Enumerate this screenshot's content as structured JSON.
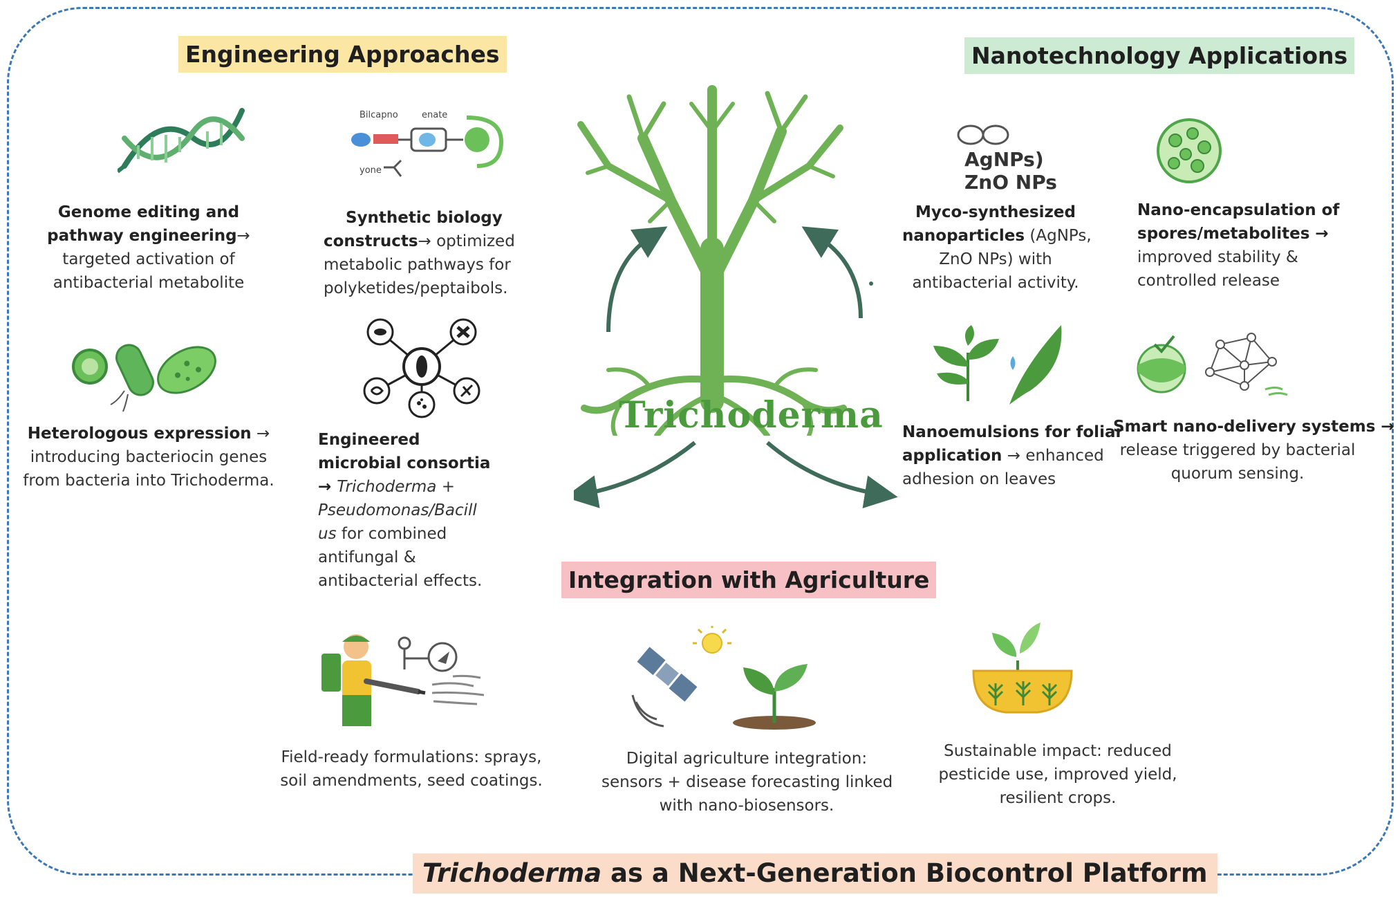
{
  "headers": {
    "engineering": "Engineering Approaches",
    "nano": "Nanotechnology Applications",
    "agriculture": "Integration with Agriculture"
  },
  "center_label": "Trichoderma",
  "footer": {
    "italic": "Trichoderma",
    "rest": " as a Next-Generation Biocontrol Platform"
  },
  "engineering": {
    "genome": {
      "bold1": "Genome editing and",
      "bold2": "pathway engineering",
      "arrow": "→",
      "line3": "targeted activation of",
      "line4": "antibacterial metabolite"
    },
    "synthetic": {
      "bold1": "Synthetic biology",
      "bold2": "constructs",
      "rest2": "→ optimized",
      "line3": "metabolic pathways for",
      "line4": "polyketides/peptaibols."
    },
    "heterologous": {
      "bold1": "Heterologous expression",
      "arrow": " →",
      "line2": "introducing bacteriocin genes",
      "line3": "from bacteria into Trichoderma."
    },
    "consortia": {
      "bold1": "Engineered",
      "bold2": "microbial consortia",
      "line3a": "→ ",
      "line3b": "Trichoderma",
      "line3c": " +",
      "line4": "Pseudomonas/Bacill",
      "line5a": "us",
      "line5b": " for combined",
      "line6": "antifungal &",
      "line7": "antibacterial effects."
    },
    "construct_labels": {
      "a": "Bilcapno",
      "b": "enate",
      "c": "yone"
    }
  },
  "nano": {
    "np_label1": "AgNPs)",
    "np_label2": "ZnO NPs",
    "myco": {
      "bold1": "Myco-synthesized",
      "bold2": "nanoparticles",
      "rest2": " (AgNPs,",
      "line3": "ZnO NPs) with",
      "line4": "antibacterial activity."
    },
    "encap": {
      "bold1": "Nano-encapsulation of",
      "bold2": "spores/metabolites",
      "arrow": " →",
      "line3": "improved stability &",
      "line4": "controlled release"
    },
    "emulsion": {
      "bold1": "Nanoemulsions for foliar",
      "bold2": "application",
      "rest2": " → enhanced",
      "line3": "adhesion on leaves"
    },
    "smart": {
      "bold1": "Smart nano-delivery systems",
      "arrow": " →",
      "line2": "release triggered by bacterial",
      "line3": "quorum sensing."
    }
  },
  "agriculture": {
    "field": {
      "line1": "Field-ready formulations: sprays,",
      "line2": "soil amendments, seed coatings."
    },
    "digital": {
      "line1": "Digital agriculture integration:",
      "line2": "sensors + disease forecasting linked",
      "line3": "with nano-biosensors."
    },
    "sustain": {
      "line1": "Sustainable impact: reduced",
      "line2": "pesticide use, improved yield,",
      "line3": "resilient crops."
    }
  },
  "colors": {
    "green": "#4c9a3e",
    "dark_green": "#2f6b4f",
    "frame": "#3b78b5",
    "arrow": "#3f6b5a"
  }
}
